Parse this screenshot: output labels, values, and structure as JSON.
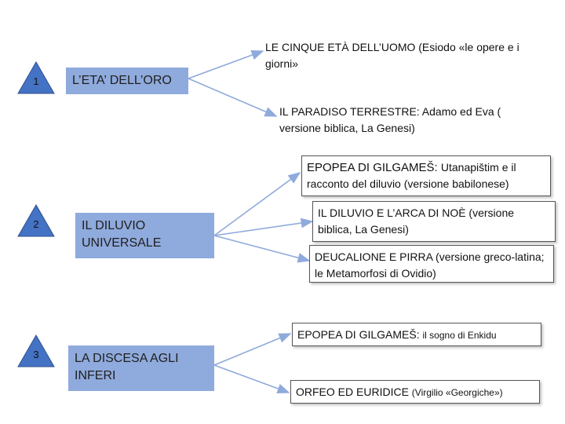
{
  "colors": {
    "topic_fill": "#8faadc",
    "triangle_fill": "#4472c4",
    "arrow": "#8faadc"
  },
  "sections": [
    {
      "number": "1",
      "topic": "L’ETA’ DELL’ORO",
      "items": [
        {
          "text": "LE CINQUE ETÀ DELL’UOMO (Esiodo «le opere e i giorni»"
        },
        {
          "text": "IL PARADISO TERRESTRE: Adamo ed Eva ( versione biblica, La Genesi)"
        }
      ]
    },
    {
      "number": "2",
      "topic": "IL DILUVIO UNIVERSALE",
      "items": [
        {
          "text_main": "EPOPEA DI GILGAMEŠ: ",
          "text_rest": "Utanapištim e il racconto del diluvio (versione babilonese)"
        },
        {
          "text": "IL DILUVIO E L’ARCA DI NOÈ (versione biblica, La Genesi)"
        },
        {
          "text": "DEUCALIONE E PIRRA  (versione greco-latina; le Metamorfosi di Ovidio)"
        }
      ]
    },
    {
      "number": "3",
      "topic": "LA DISCESA AGLI INFERI",
      "items": [
        {
          "text_main": "EPOPEA DI GILGAMEŠ: ",
          "text_rest": "il sogno di Enkidu"
        },
        {
          "text_main": "ORFEO ED EURIDICE ",
          "text_rest": "(Virgilio «Georgiche»)"
        }
      ]
    }
  ]
}
